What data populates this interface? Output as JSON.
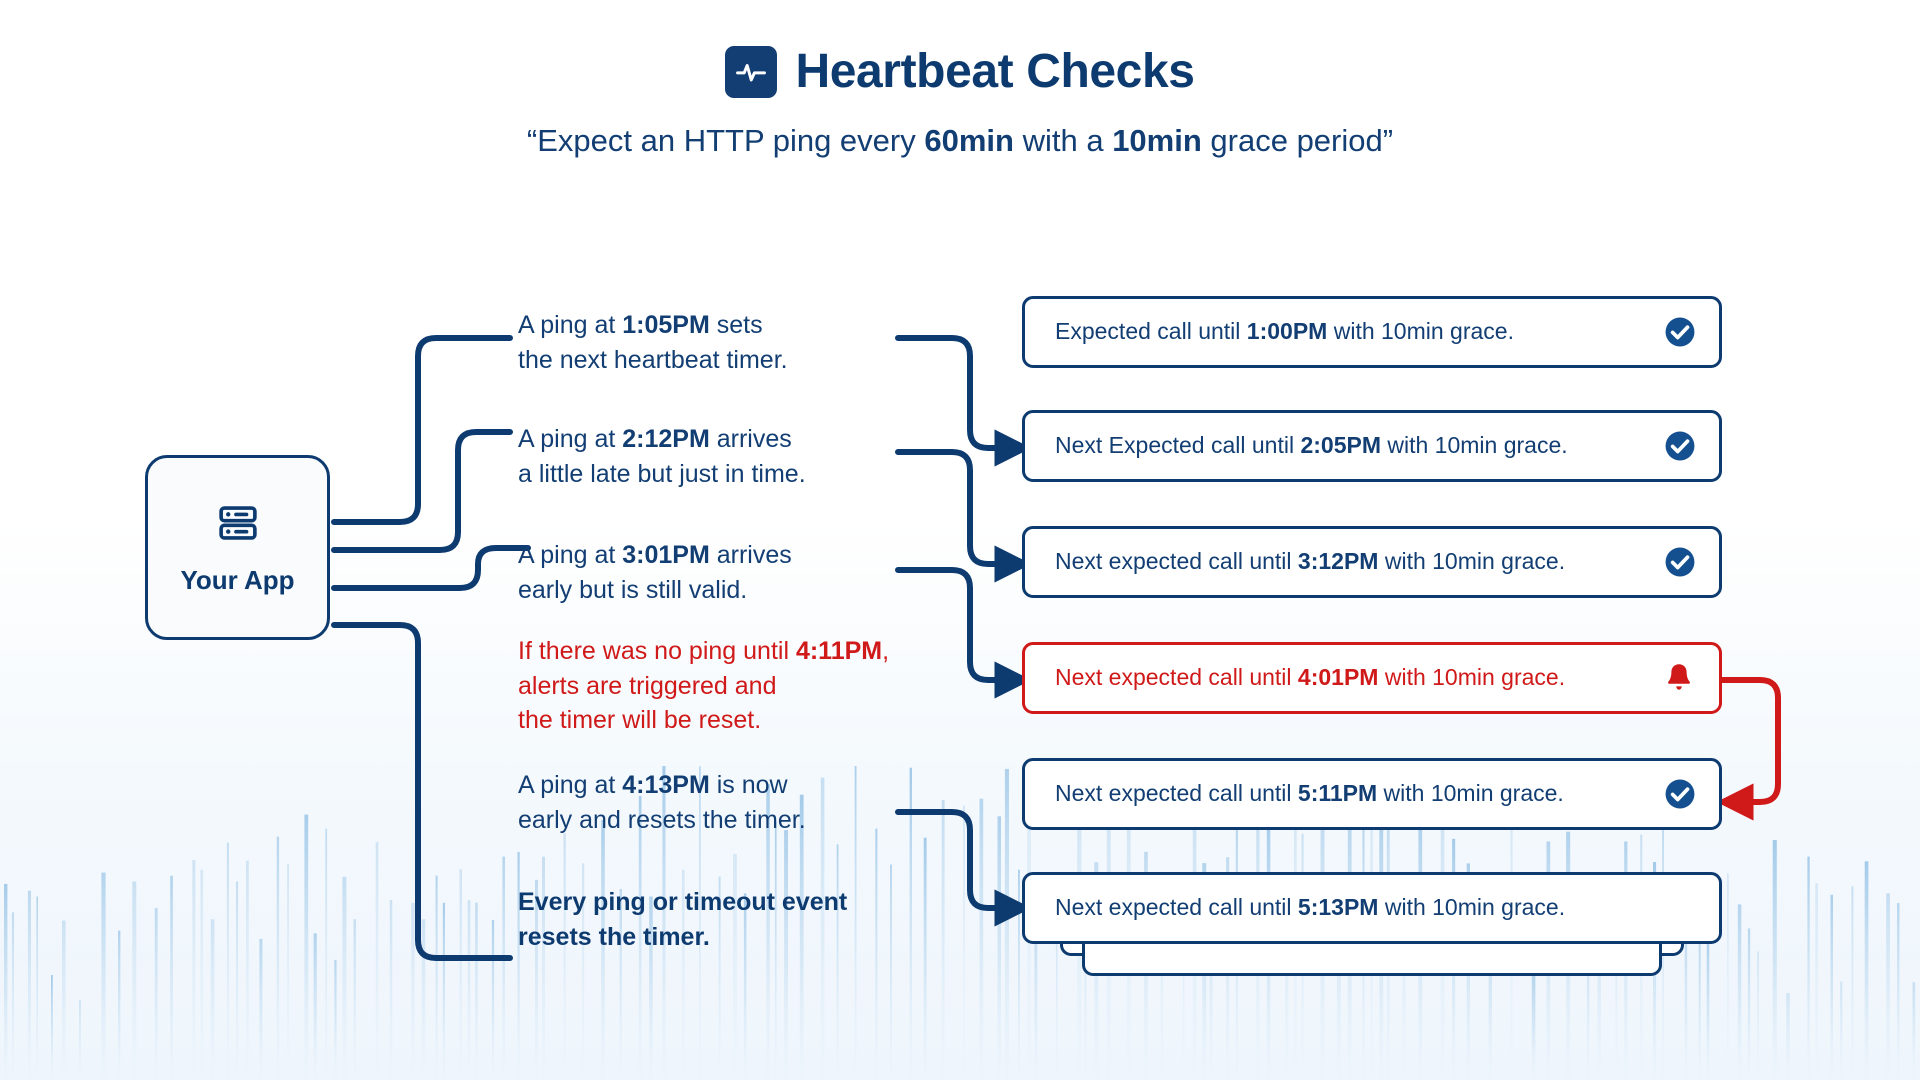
{
  "header": {
    "logo_icon": "heartbeat-icon",
    "title": "Heartbeat Checks",
    "subtitle_prefix": "“Expect an HTTP ping every ",
    "subtitle_bold_1": "60min",
    "subtitle_mid": " with a ",
    "subtitle_bold_2": "10min",
    "subtitle_suffix": " grace period”"
  },
  "app_node": {
    "icon": "server-stack-icon",
    "label": "Your App"
  },
  "notes": [
    {
      "id": "note-ping-105pm",
      "tone": "normal",
      "line1_pre": "A ping at ",
      "line1_bold": "1:05PM",
      "line1_post": " sets",
      "line2": "the next heartbeat timer."
    },
    {
      "id": "note-ping-212pm",
      "tone": "normal",
      "line1_pre": "A ping at ",
      "line1_bold": "2:12PM",
      "line1_post": " arrives",
      "line2": "a little late but just in time."
    },
    {
      "id": "note-ping-301pm",
      "tone": "normal",
      "line1_pre": " A ping at ",
      "line1_bold": "3:01PM",
      "line1_post": " arrives",
      "line2": " early but is still valid."
    },
    {
      "id": "note-no-ping-411pm",
      "tone": "alert",
      "line1_pre": "If there was no ping until ",
      "line1_bold": "4:11PM",
      "line1_post": ",",
      "line2": "alerts are triggered and",
      "line3": "the timer will be reset."
    },
    {
      "id": "note-ping-413pm",
      "tone": "normal",
      "line1_pre": "A ping at ",
      "line1_bold": "4:13PM",
      "line1_post": " is now",
      "line2": "early and resets the timer."
    },
    {
      "id": "note-summary",
      "tone": "emph",
      "line1_pre": "Every ping or timeout event",
      "line1_bold": "",
      "line1_post": "",
      "line2": "resets the timer."
    }
  ],
  "cards": [
    {
      "id": "card-1-00pm",
      "state": "ok",
      "prefix": "Expected call until ",
      "time": "1:00PM",
      "suffix": " with 10min grace.",
      "icon": "check-circle-icon"
    },
    {
      "id": "card-2-05pm",
      "state": "ok",
      "prefix": "Next Expected call until ",
      "time": "2:05PM",
      "suffix": " with 10min grace.",
      "icon": "check-circle-icon"
    },
    {
      "id": "card-3-12pm",
      "state": "ok",
      "prefix": "Next expected call until ",
      "time": "3:12PM",
      "suffix": " with 10min grace.",
      "icon": "check-circle-icon"
    },
    {
      "id": "card-4-01pm",
      "state": "alert",
      "prefix": "Next expected call until ",
      "time": "4:01PM",
      "suffix": " with 10min grace.",
      "icon": "bell-icon"
    },
    {
      "id": "card-5-11pm",
      "state": "ok",
      "prefix": "Next expected call until ",
      "time": "5:11PM",
      "suffix": " with 10min grace.",
      "icon": "check-circle-icon"
    },
    {
      "id": "card-5-13pm",
      "state": "ok",
      "prefix": "Next expected call until ",
      "time": "5:13PM",
      "suffix": " with 10min grace.",
      "icon": "none"
    }
  ],
  "colors": {
    "navy": "#0d3b70",
    "navy_text": "#123e73",
    "red": "#d01919",
    "card_bg": "#ffffff",
    "page_bg": "#ffffff",
    "wash_bg": "#eef5fc"
  }
}
